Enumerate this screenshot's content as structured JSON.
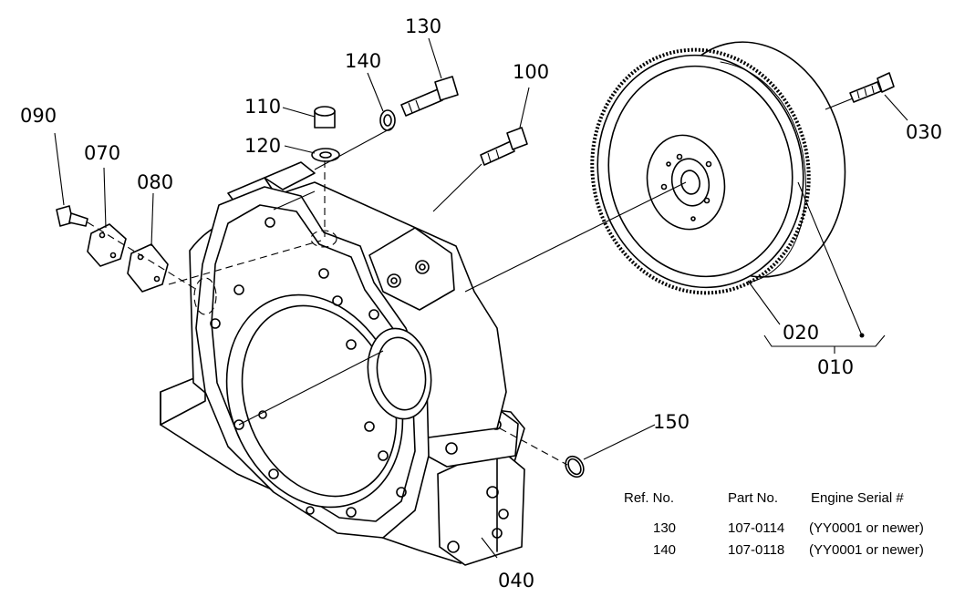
{
  "callouts": {
    "c010": "010",
    "c020": "020",
    "c030": "030",
    "c040": "040",
    "c070": "070",
    "c080": "080",
    "c090": "090",
    "c100": "100",
    "c110": "110",
    "c120": "120",
    "c130": "130",
    "c140": "140",
    "c150": "150"
  },
  "table": {
    "headers": [
      "Ref. No.",
      "Part No.",
      "Engine Serial #"
    ],
    "rows": [
      [
        "130",
        "107-0114",
        "(YY0001 or newer)"
      ],
      [
        "140",
        "107-0118",
        "(YY0001 or newer)"
      ]
    ]
  }
}
